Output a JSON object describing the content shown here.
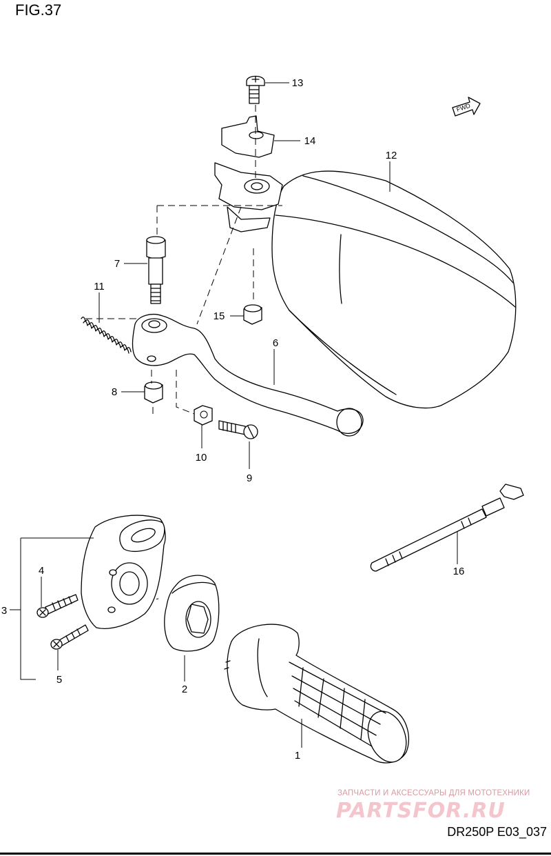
{
  "figure": {
    "label": "FIG.37",
    "code": "DR250P E03_037",
    "fwd_label": "FWD"
  },
  "watermark": {
    "caption": "ЗАПЧАСТИ И АКСЕССУАРЫ ДЛЯ МОТОТЕХНИКИ",
    "logo": "PARTSFOR.RU"
  },
  "parts": [
    {
      "number": "1",
      "icon": "handlebar-grip"
    },
    {
      "number": "2",
      "icon": "throttle-cable-guide"
    },
    {
      "number": "3",
      "icon": "switch-housing"
    },
    {
      "number": "4",
      "icon": "screw"
    },
    {
      "number": "5",
      "icon": "screw"
    },
    {
      "number": "6",
      "icon": "clutch-lever"
    },
    {
      "number": "7",
      "icon": "pivot-bolt"
    },
    {
      "number": "8",
      "icon": "nut"
    },
    {
      "number": "9",
      "icon": "screw"
    },
    {
      "number": "10",
      "icon": "nut"
    },
    {
      "number": "11",
      "icon": "spring"
    },
    {
      "number": "12",
      "icon": "hand-guard"
    },
    {
      "number": "13",
      "icon": "screw"
    },
    {
      "number": "14",
      "icon": "bracket"
    },
    {
      "number": "15",
      "icon": "nut"
    },
    {
      "number": "16",
      "icon": "cable-tie"
    }
  ]
}
